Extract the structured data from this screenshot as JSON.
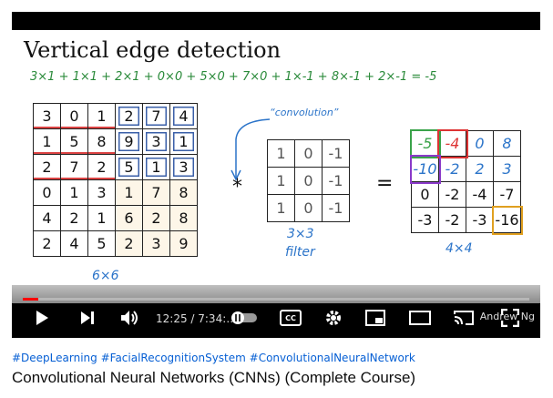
{
  "slide": {
    "title": "Vertical edge detection",
    "formula": "3×1 + 1×1 + 2×1 + 0×0 + 5×0 + 7×0 + 1×-1 + 8×-1 + 2×-1 = -5",
    "input_matrix": [
      [
        "3",
        "0",
        "1",
        "2",
        "7",
        "4"
      ],
      [
        "1",
        "5",
        "8",
        "9",
        "3",
        "1"
      ],
      [
        "2",
        "7",
        "2",
        "5",
        "1",
        "3"
      ],
      [
        "0",
        "1",
        "3",
        "1",
        "7",
        "8"
      ],
      [
        "4",
        "2",
        "1",
        "6",
        "2",
        "8"
      ],
      [
        "2",
        "4",
        "5",
        "2",
        "3",
        "9"
      ]
    ],
    "input_label": "6×6",
    "conv_label": "“convolution”",
    "conv_op": "*",
    "filter_matrix": [
      [
        "1",
        "0",
        "-1"
      ],
      [
        "1",
        "0",
        "-1"
      ],
      [
        "1",
        "0",
        "-1"
      ]
    ],
    "filter_label_1": "3×3",
    "filter_label_2": "filter",
    "equals": "=",
    "output_matrix": [
      [
        "-5",
        "-4",
        "0",
        "8"
      ],
      [
        "-10",
        "-2",
        "2",
        "3"
      ],
      [
        "0",
        "-2",
        "-4",
        "-7"
      ],
      [
        "-3",
        "-2",
        "-3",
        "-16"
      ]
    ],
    "output_label": "4×4"
  },
  "player": {
    "time": "12:25 / 7:34:…",
    "watermark": "Andrew Ng",
    "progress": 0.03,
    "icons": [
      "play-icon",
      "next-icon",
      "volume-icon",
      "autoplay-toggle-icon",
      "captions-icon",
      "settings-icon",
      "miniplayer-icon",
      "theater-icon",
      "cast-icon",
      "fullscreen-icon"
    ],
    "captions_label": "CC"
  },
  "hashtags": "#DeepLearning #FacialRecognitionSystem #ConvolutionalNeuralNetwork",
  "video_title": "Convolutional Neural Networks (CNNs) (Complete Course)"
}
